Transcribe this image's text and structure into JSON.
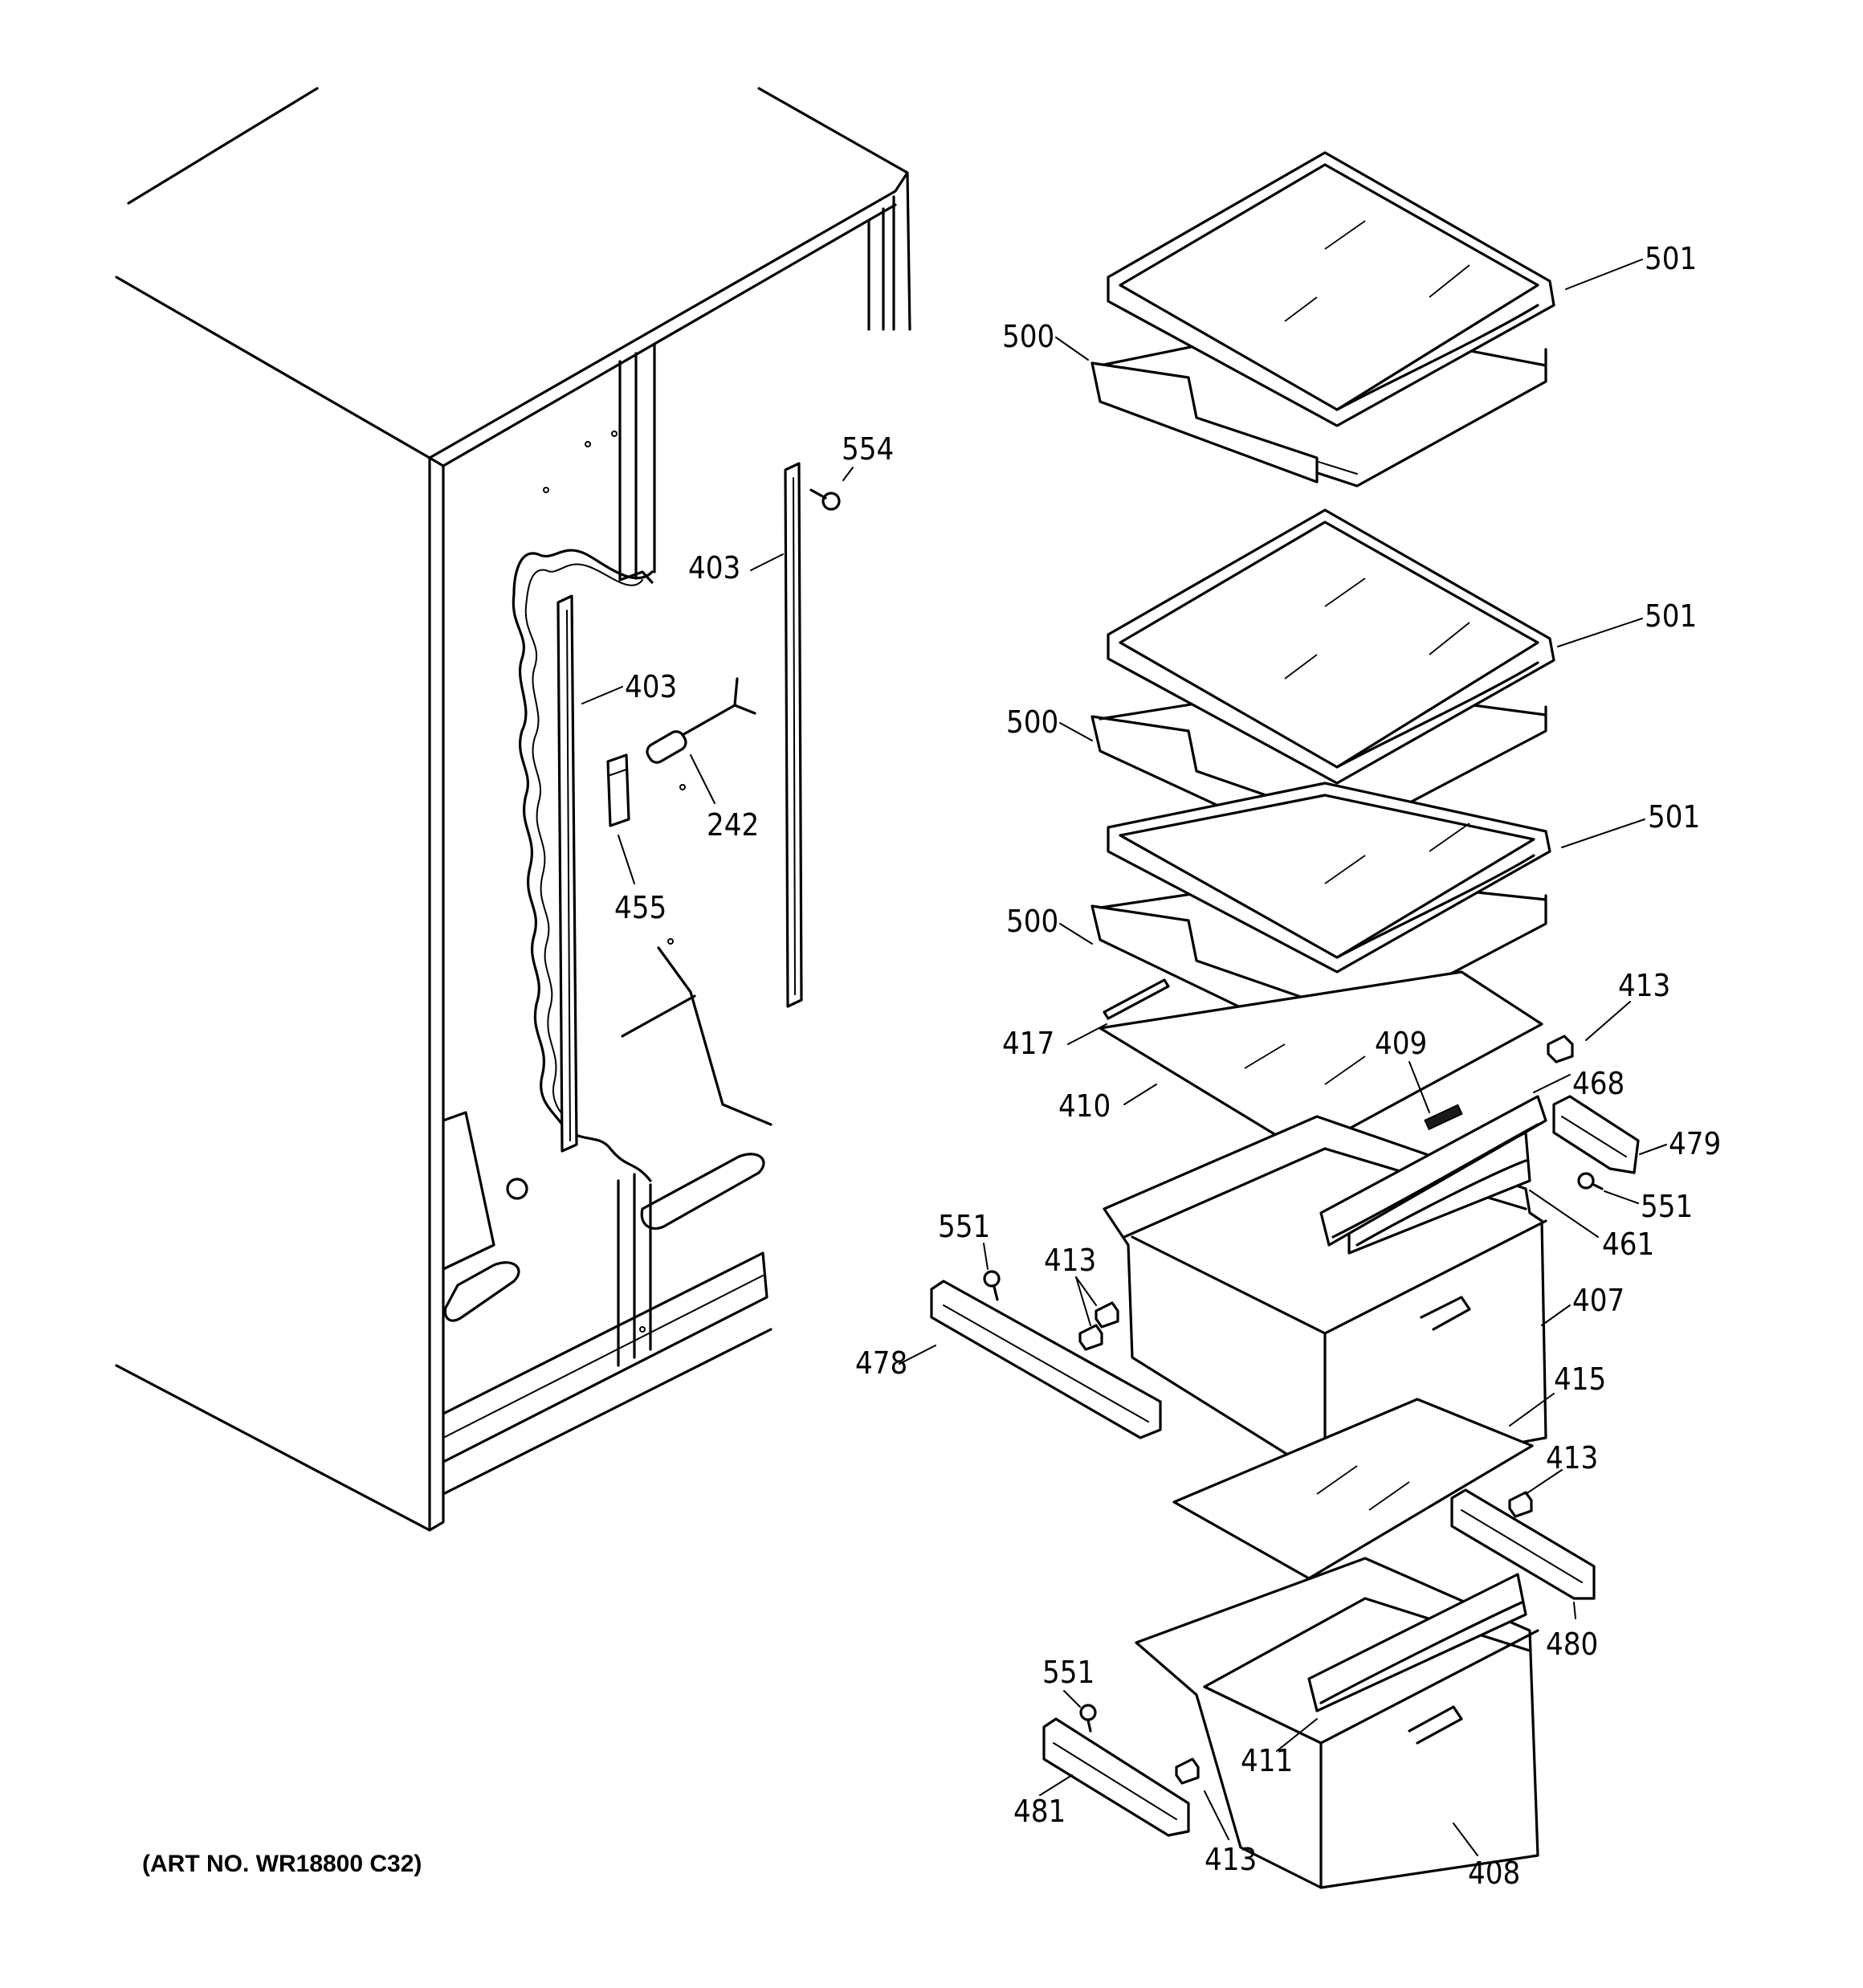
{
  "art_number": "(ART NO. WR18800 C32)",
  "callouts": [
    {
      "id": "501",
      "text": "501"
    },
    {
      "id": "500",
      "text": "500"
    },
    {
      "id": "554",
      "text": "554"
    },
    {
      "id": "403",
      "text": "403"
    },
    {
      "id": "242",
      "text": "242"
    },
    {
      "id": "455",
      "text": "455"
    },
    {
      "id": "417",
      "text": "417"
    },
    {
      "id": "409",
      "text": "409"
    },
    {
      "id": "413",
      "text": "413"
    },
    {
      "id": "468",
      "text": "468"
    },
    {
      "id": "410",
      "text": "410"
    },
    {
      "id": "479",
      "text": "479"
    },
    {
      "id": "551",
      "text": "551"
    },
    {
      "id": "461",
      "text": "461"
    },
    {
      "id": "407",
      "text": "407"
    },
    {
      "id": "478",
      "text": "478"
    },
    {
      "id": "415",
      "text": "415"
    },
    {
      "id": "480",
      "text": "480"
    },
    {
      "id": "411",
      "text": "411"
    },
    {
      "id": "481",
      "text": "481"
    },
    {
      "id": "408",
      "text": "408"
    }
  ]
}
